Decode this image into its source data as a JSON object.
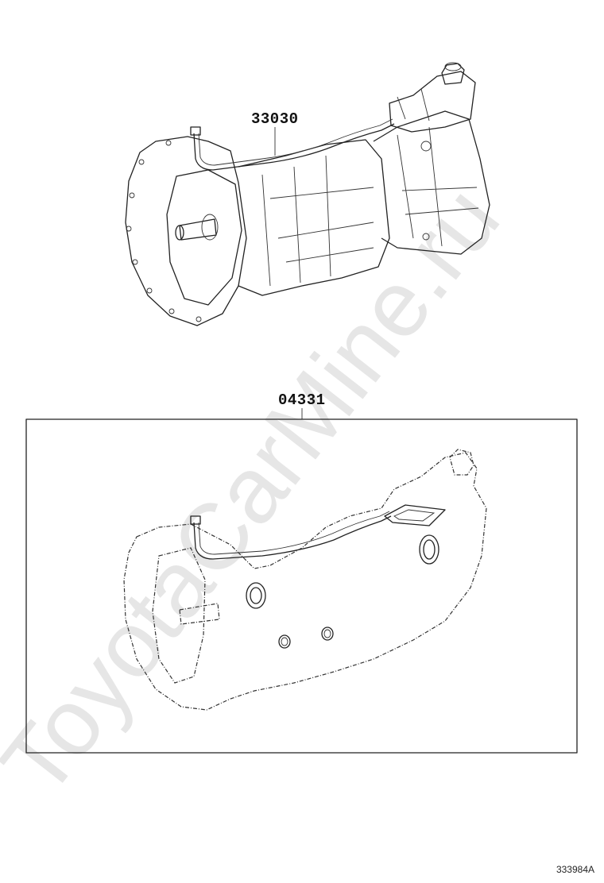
{
  "parts": {
    "transmission_assembly": {
      "part_number": "33030"
    },
    "gasket_kit": {
      "part_number": "04331"
    }
  },
  "watermark": {
    "text": "ToyotaCarMine.ru"
  },
  "figure": {
    "id": "333984A"
  }
}
